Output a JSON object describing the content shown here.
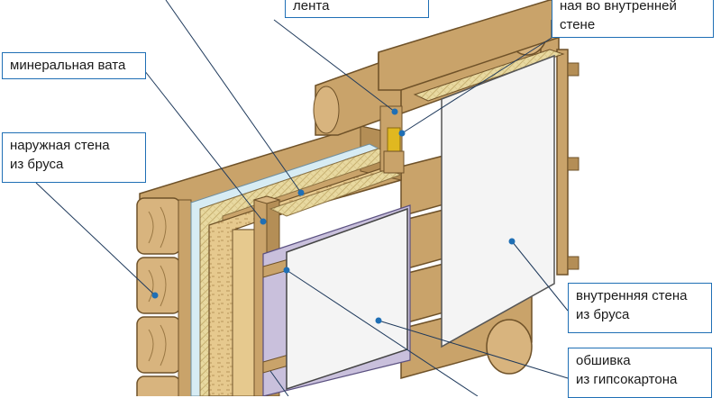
{
  "labels": {
    "tape": "лента",
    "inner_wall_top_line1": "ная во внутренней",
    "inner_wall_top_line2": "стене",
    "mineral_wool": "минеральная вата",
    "outer_wall_line1": "наружная стена",
    "outer_wall_line2": "из бруса",
    "inner_wall_line1": "внутренняя стена",
    "inner_wall_line2": "из бруса",
    "gypsum_line1": "обшивка",
    "gypsum_line2": "из гипсокартона"
  },
  "colors": {
    "wood": "#c9a36a",
    "wood_dark": "#8a6a3a",
    "wood_end": "#d8b47e",
    "wool": "#e8d9a0",
    "membrane": "#d7ecf4",
    "vapor_barrier": "#c9c0dc",
    "osb": "#e6c98e",
    "gypsum": "#f4f4f4",
    "tape": "#e0b820",
    "callout": "#1f6fb5"
  }
}
